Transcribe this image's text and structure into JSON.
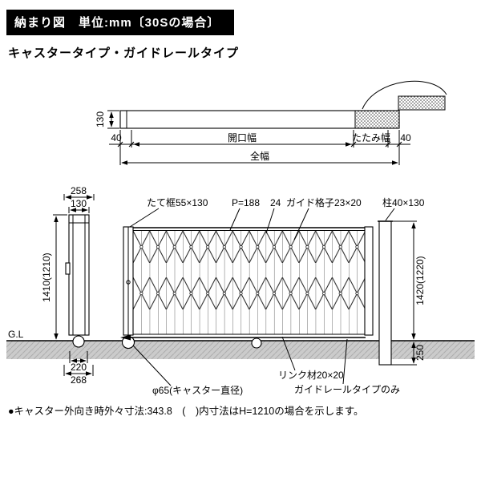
{
  "header": {
    "title": "納まり図　単位:mm〔30Sの場合〕"
  },
  "subtitle": "キャスタータイプ・ガイドレールタイプ",
  "plan": {
    "dim_depth": "130",
    "dim_left_40": "40",
    "open_width_label": "開口幅",
    "fold_width_label": "たたみ幅",
    "dim_right_40": "40",
    "total_width_label": "全幅"
  },
  "side_view": {
    "dim_258": "258",
    "dim_130": "130",
    "dim_height": "1410(1210)",
    "gl_label": "G.L",
    "dim_220": "220",
    "dim_268": "268"
  },
  "elevation": {
    "label_stile": "たて框55×130",
    "label_pitch": "P=188",
    "label_24": "24",
    "label_guide_lattice": "ガイド格子23×20",
    "label_post": "柱40×130",
    "dim_height": "1420(1220)",
    "dim_embed": "250",
    "label_caster": "φ65(キャスター直径)",
    "label_link": "リンク材20×20",
    "label_guiderail_only": "ガイドレールタイプのみ"
  },
  "footnote": "●キャスター外向き時外々寸法:343.8　(　)内寸法はH=1210の場合を示します。"
}
